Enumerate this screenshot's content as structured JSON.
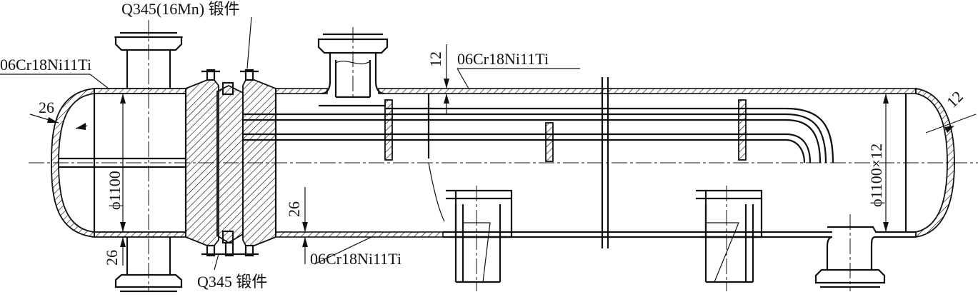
{
  "drawing": {
    "labels": {
      "forging_top": "Q345(16Mn) 锻件",
      "forging_bottom": "Q345 锻件",
      "material_left_head": "06Cr18Ni11Ti",
      "material_shell_top": "06Cr18Ni11Ti",
      "material_shell_bottom": "06Cr18Ni11Ti"
    },
    "dimensions": {
      "left_head_thickness": "26",
      "left_channel_bottom_thickness": "26",
      "shell_bottom_thickness": "26",
      "shell_top_thickness": "12",
      "right_head_thickness": "12",
      "left_diameter": "ϕ1100",
      "shell_diameter": "ϕ1100×12"
    }
  }
}
